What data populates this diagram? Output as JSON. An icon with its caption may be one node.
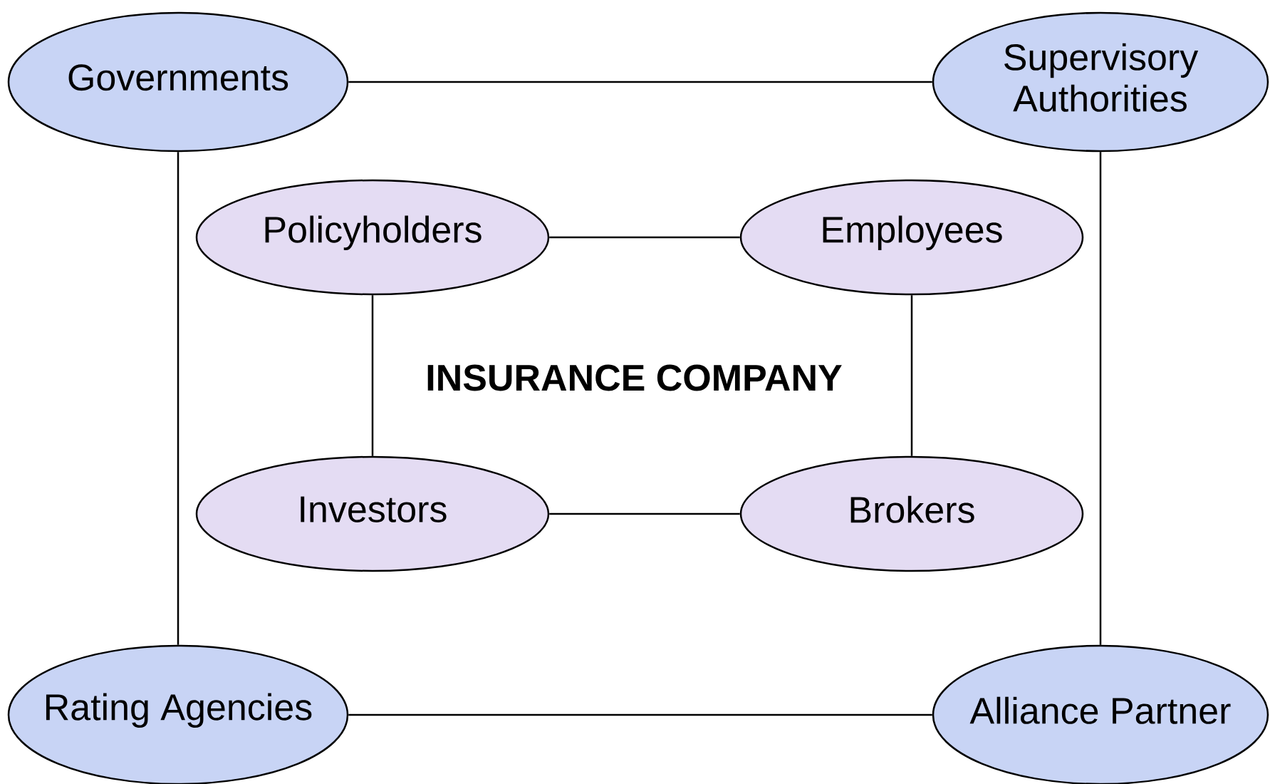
{
  "diagram": {
    "nodes": [
      {
        "text": [
          "Governments"
        ]
      },
      {
        "text": [
          "Supervisory Authorities"
        ]
      },
      {
        "text": [
          "Policyholders"
        ]
      },
      {
        "text": [
          "Employees"
        ]
      },
      {
        "text": [
          "Investors"
        ]
      },
      {
        "text": [
          "Brokers"
        ]
      },
      {
        "text": [
          "Rating Agencies"
        ]
      },
      {
        "text": [
          "Alliance Partner"
        ]
      }
    ],
    "edges": [
      {
        "from": 0,
        "to": 1,
        "arrow": "none"
      },
      {
        "from": 0,
        "to": 6,
        "arrow": "none"
      },
      {
        "from": 1,
        "to": 7,
        "arrow": "none"
      },
      {
        "from": 2,
        "to": 3,
        "arrow": "none"
      },
      {
        "from": 2,
        "to": 4,
        "arrow": "none"
      },
      {
        "from": 3,
        "to": 5,
        "arrow": "none"
      },
      {
        "from": 4,
        "to": 5,
        "arrow": "none"
      },
      {
        "from": 6,
        "to": 7,
        "arrow": "none"
      }
    ],
    "labels": [
      "INSURANCE COMPANY"
    ]
  }
}
